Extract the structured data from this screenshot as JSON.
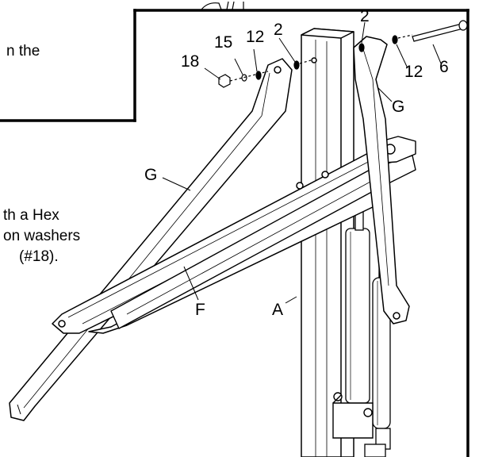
{
  "instructions": {
    "line_top": "n the",
    "line_1": "th a Hex",
    "line_2": "on washers",
    "line_3": "(#18)."
  },
  "callouts": {
    "n18": "18",
    "n15": "15",
    "n12_left": "12",
    "n2_left": "2",
    "n2_right": "2",
    "n12_right": "12",
    "n6": "6",
    "g_top": "G",
    "g_left": "G",
    "f": "F",
    "a": "A"
  },
  "colors": {
    "ink": "#000000",
    "paper": "#ffffff"
  }
}
